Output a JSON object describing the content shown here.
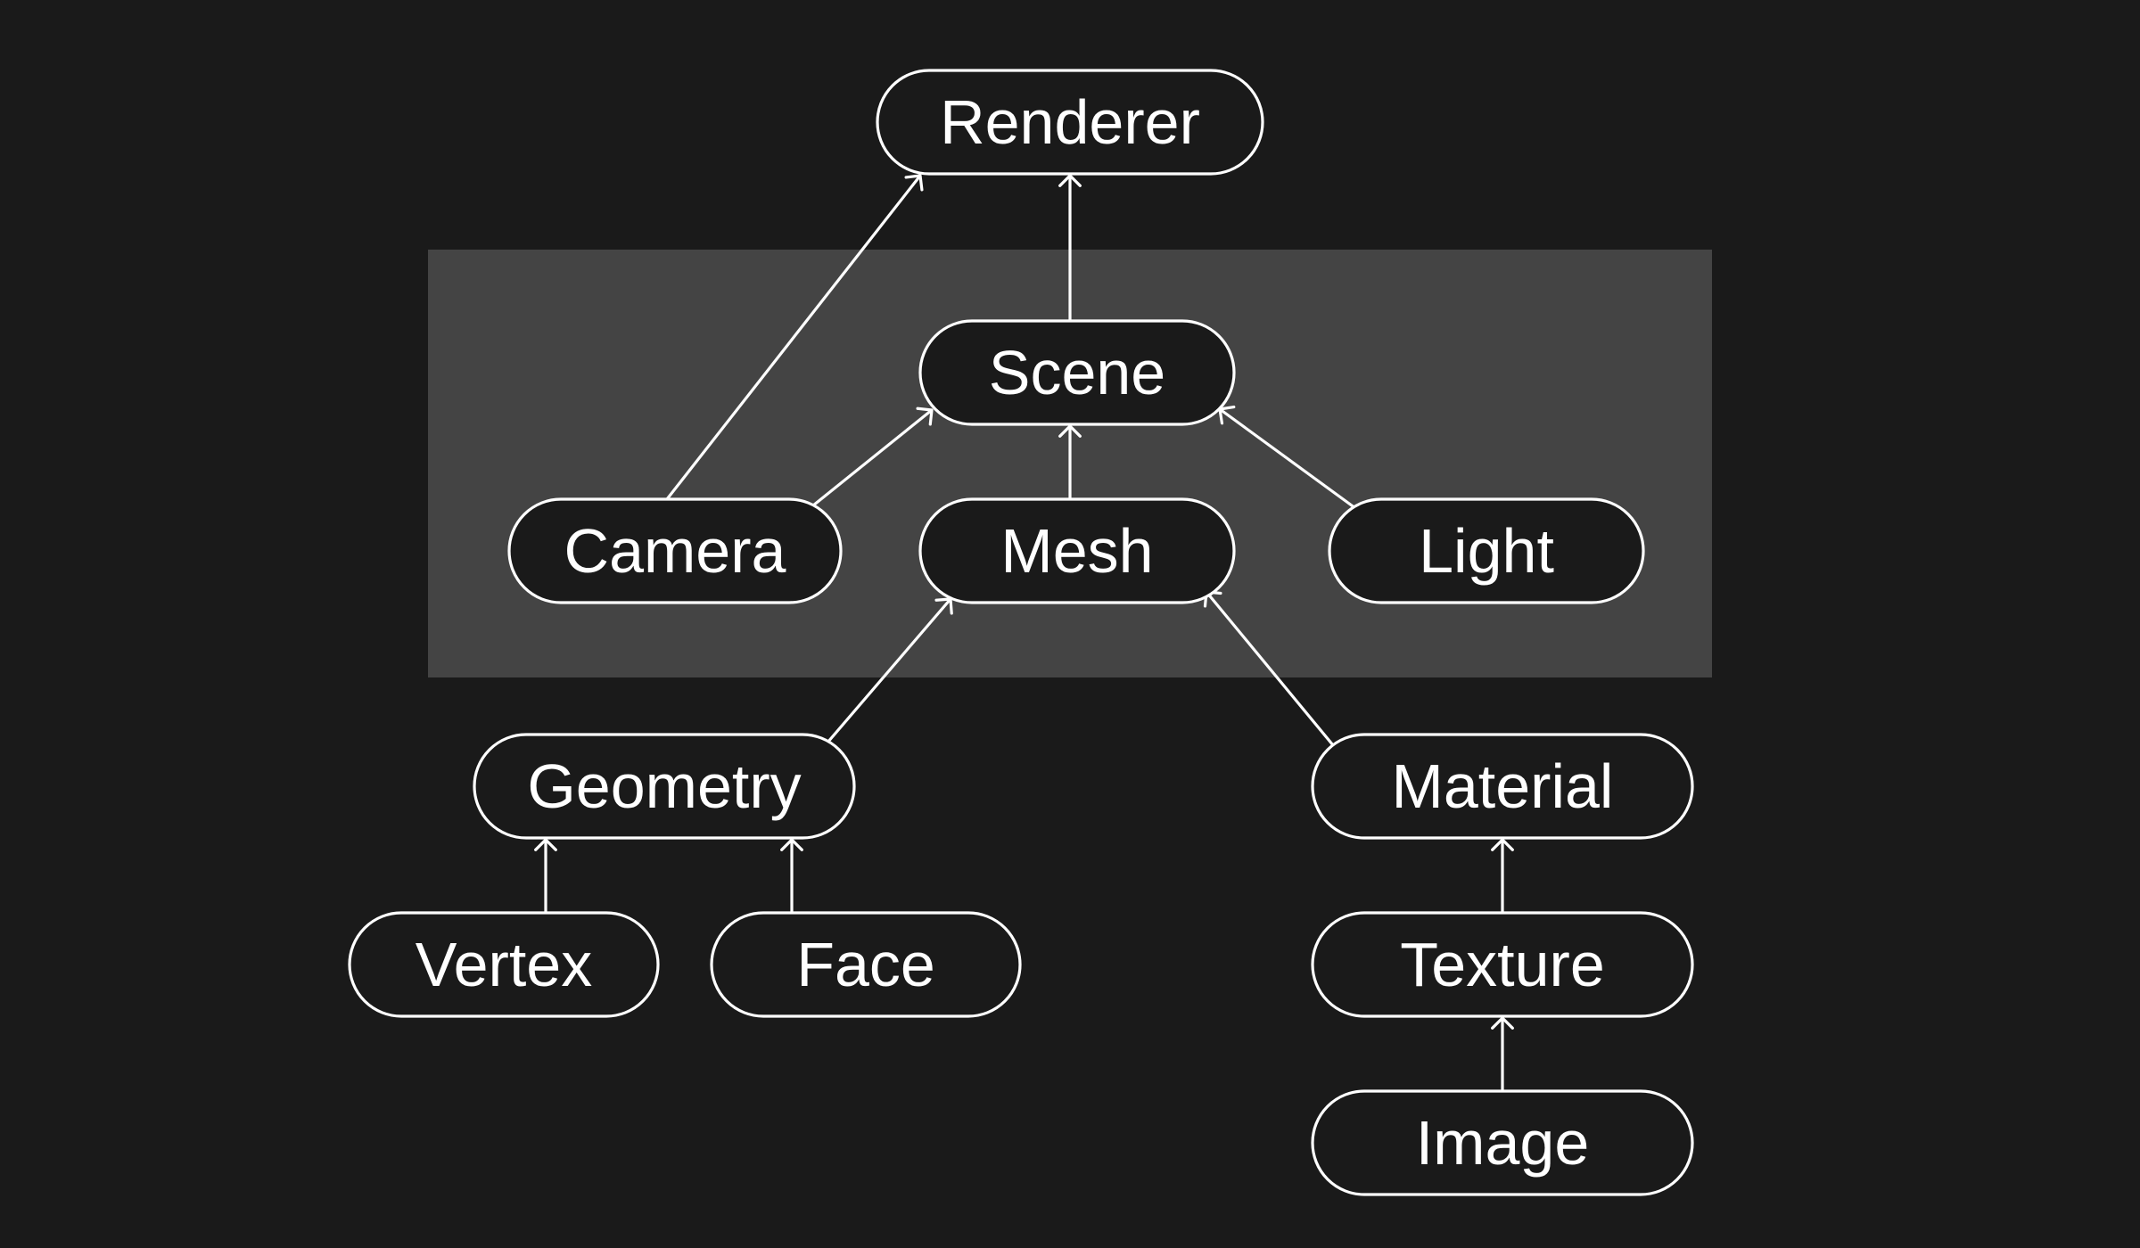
{
  "colors": {
    "background": "#1a1a1a",
    "group_fill": "#444444",
    "stroke": "#ffffff",
    "text": "#ffffff"
  },
  "nodes": {
    "renderer": "Renderer",
    "scene": "Scene",
    "camera": "Camera",
    "mesh": "Mesh",
    "light": "Light",
    "geometry": "Geometry",
    "material": "Material",
    "vertex": "Vertex",
    "face": "Face",
    "texture": "Texture",
    "image": "Image"
  },
  "edges": [
    {
      "from": "camera",
      "to": "renderer"
    },
    {
      "from": "scene",
      "to": "renderer"
    },
    {
      "from": "camera",
      "to": "scene"
    },
    {
      "from": "mesh",
      "to": "scene"
    },
    {
      "from": "light",
      "to": "scene"
    },
    {
      "from": "geometry",
      "to": "mesh"
    },
    {
      "from": "material",
      "to": "mesh"
    },
    {
      "from": "vertex",
      "to": "geometry"
    },
    {
      "from": "face",
      "to": "geometry"
    },
    {
      "from": "texture",
      "to": "material"
    },
    {
      "from": "image",
      "to": "texture"
    }
  ]
}
